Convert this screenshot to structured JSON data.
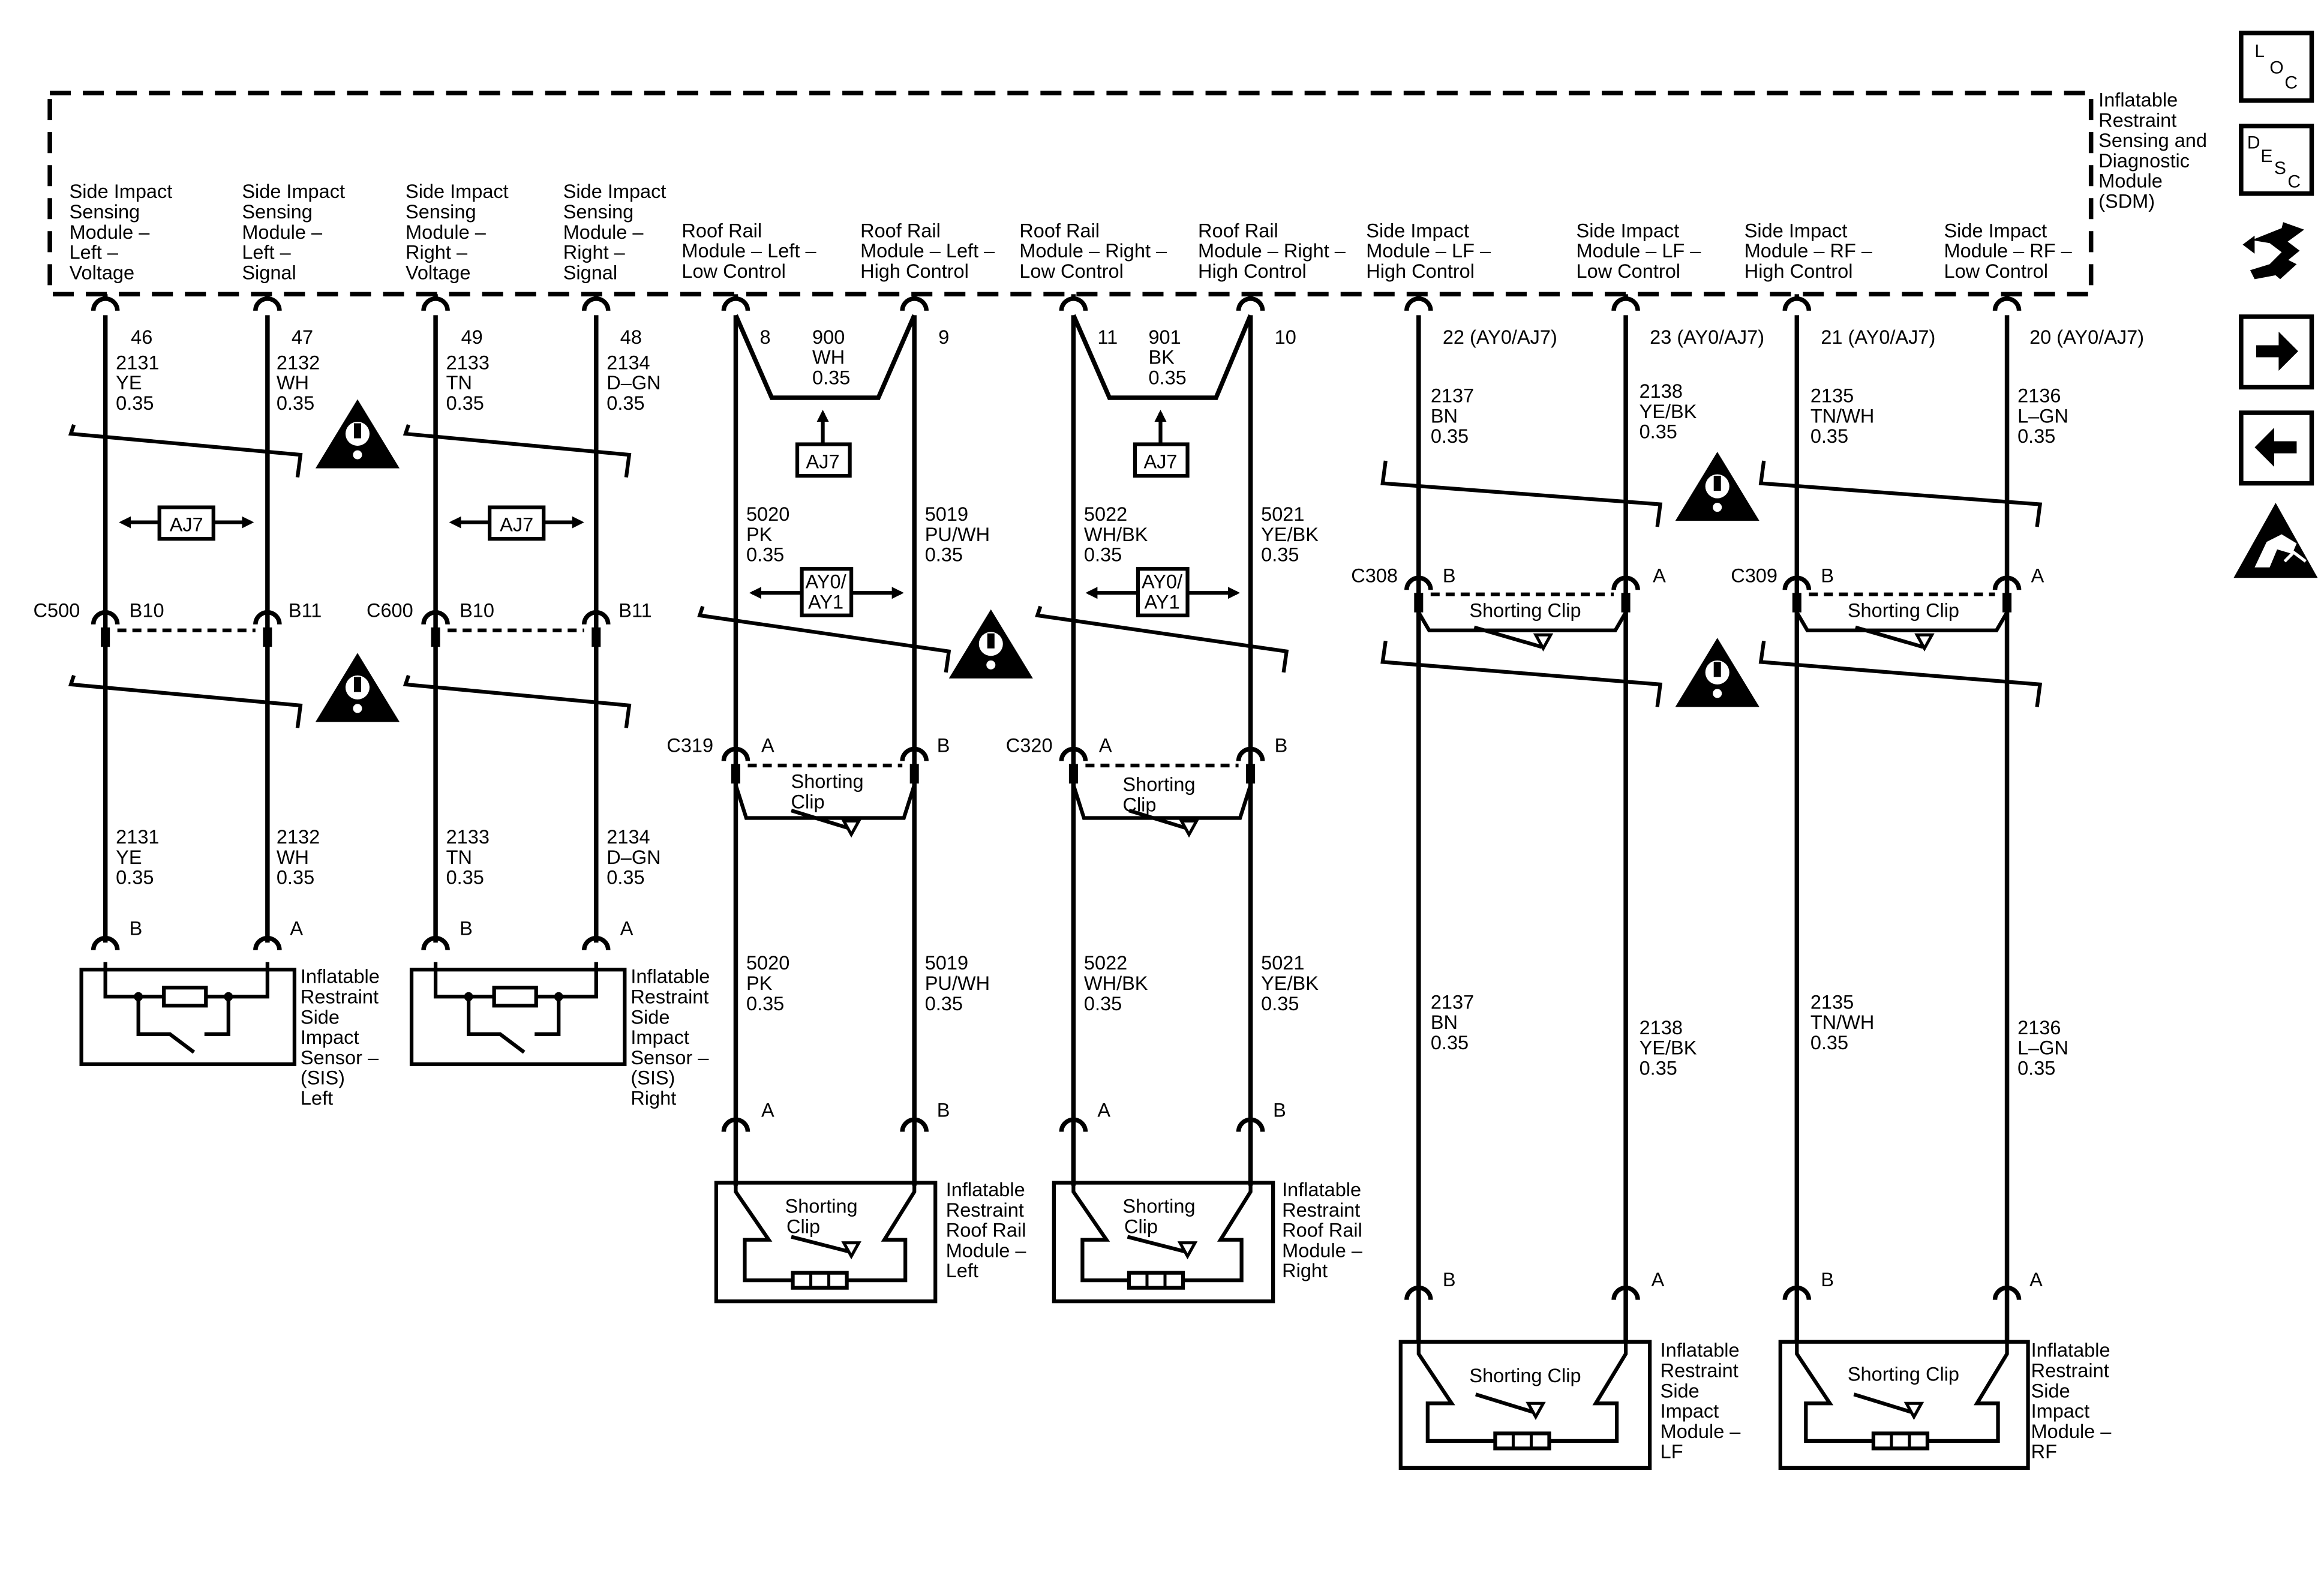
{
  "sdm": {
    "lines": [
      "Inflatable",
      "Restraint",
      "Sensing and",
      "Diagnostic",
      "Module",
      "(SDM)"
    ]
  },
  "pin_labels": [
    {
      "lines": [
        "Side Impact",
        "Sensing",
        "Module –",
        "Left –",
        "Voltage"
      ]
    },
    {
      "lines": [
        "Side Impact",
        "Sensing",
        "Module –",
        "Left –",
        "Signal"
      ]
    },
    {
      "lines": [
        "Side Impact",
        "Sensing",
        "Module –",
        "Right –",
        "Voltage"
      ]
    },
    {
      "lines": [
        "Side Impact",
        "Sensing",
        "Module –",
        "Right –",
        "Signal"
      ]
    },
    {
      "lines": [
        "Roof Rail",
        "Module – Left –",
        "Low Control"
      ]
    },
    {
      "lines": [
        "Roof Rail",
        "Module – Left –",
        "High Control"
      ]
    },
    {
      "lines": [
        "Roof Rail",
        "Module – Right –",
        "Low Control"
      ]
    },
    {
      "lines": [
        "Roof Rail",
        "Module – Right –",
        "High Control"
      ]
    },
    {
      "lines": [
        "Side Impact",
        "Module – LF –",
        "High Control"
      ]
    },
    {
      "lines": [
        "Side Impact",
        "Module – LF –",
        "Low Control"
      ]
    },
    {
      "lines": [
        "Side Impact",
        "Module – RF –",
        "High Control"
      ]
    },
    {
      "lines": [
        "Side Impact",
        "Module – RF –",
        "Low Control"
      ]
    }
  ],
  "pin_numbers": [
    "46",
    "47",
    "49",
    "48",
    "8",
    "9",
    "11",
    "10",
    "22 (AY0/AJ7)",
    "23 (AY0/AJ7)",
    "21 (AY0/AJ7)",
    "20 (AY0/AJ7)"
  ],
  "wires_upper": [
    {
      "lines": [
        "2131",
        "YE",
        "0.35"
      ]
    },
    {
      "lines": [
        "2132",
        "WH",
        "0.35"
      ]
    },
    {
      "lines": [
        "2133",
        "TN",
        "0.35"
      ]
    },
    {
      "lines": [
        "2134",
        "D–GN",
        "0.35"
      ]
    },
    {
      "lines": [
        "2137",
        "BN",
        "0.35"
      ]
    },
    {
      "lines": [
        "2138",
        "YE/BK",
        "0.35"
      ]
    },
    {
      "lines": [
        "2135",
        "TN/WH",
        "0.35"
      ]
    },
    {
      "lines": [
        "2136",
        "L–GN",
        "0.35"
      ]
    }
  ],
  "jumpers": [
    {
      "lines": [
        "900",
        "WH",
        "0.35"
      ]
    },
    {
      "lines": [
        "901",
        "BK",
        "0.35"
      ]
    }
  ],
  "roof_wires": [
    {
      "lines": [
        "5020",
        "PK",
        "0.35"
      ]
    },
    {
      "lines": [
        "5019",
        "PU/WH",
        "0.35"
      ]
    },
    {
      "lines": [
        "5022",
        "WH/BK",
        "0.35"
      ]
    },
    {
      "lines": [
        "5021",
        "YE/BK",
        "0.35"
      ]
    }
  ],
  "sis_lower_wires": [
    {
      "lines": [
        "2131",
        "YE",
        "0.35"
      ]
    },
    {
      "lines": [
        "2132",
        "WH",
        "0.35"
      ]
    },
    {
      "lines": [
        "2133",
        "TN",
        "0.35"
      ]
    },
    {
      "lines": [
        "2134",
        "D–GN",
        "0.35"
      ]
    }
  ],
  "option_tags": {
    "aj7": "AJ7",
    "ay0": "AY0/",
    "ay1": "AY1"
  },
  "connectors": {
    "c500": "C500",
    "c600": "C600",
    "c319": "C319",
    "c320": "C320",
    "c308": "C308",
    "c309": "C309",
    "b10": "B10",
    "b11": "B11",
    "a": "A",
    "b": "B"
  },
  "shorting_clip": {
    "line1": "Shorting",
    "line2": "Clip",
    "single": "Shorting Clip"
  },
  "components": [
    {
      "lines": [
        "Inflatable",
        "Restraint",
        "Side",
        "Impact",
        "Sensor –",
        "(SIS)",
        "Left"
      ]
    },
    {
      "lines": [
        "Inflatable",
        "Restraint",
        "Side",
        "Impact",
        "Sensor –",
        "(SIS)",
        "Right"
      ]
    },
    {
      "lines": [
        "Inflatable",
        "Restraint",
        "Roof Rail",
        "Module –",
        "Left"
      ]
    },
    {
      "lines": [
        "Inflatable",
        "Restraint",
        "Roof Rail",
        "Module –",
        "Right"
      ]
    },
    {
      "lines": [
        "Inflatable",
        "Restraint",
        "Side",
        "Impact",
        "Module –",
        "LF"
      ]
    },
    {
      "lines": [
        "Inflatable",
        "Restraint",
        "Side",
        "Impact",
        "Module –",
        "RF"
      ]
    }
  ],
  "side_icons": {
    "loc": [
      "L",
      "O",
      "C"
    ],
    "desc": [
      "D",
      "E",
      "S",
      "C"
    ],
    "icons": [
      "connector-swap-icon",
      "arrow-right-icon",
      "arrow-left-icon",
      "esd-hand-icon"
    ]
  }
}
